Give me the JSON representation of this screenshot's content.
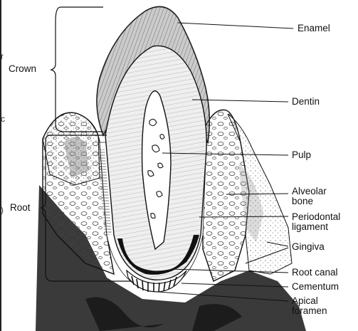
{
  "diagram": {
    "labels": {
      "enamel": "Enamel",
      "dentin": "Dentin",
      "pulp": "Pulp",
      "alveolar_bone": "Alveolar\nbone",
      "periodontal_ligament": "Periodontal\nligament",
      "gingiva": "Gingiva",
      "root_canal": "Root canal",
      "cementum": "Cementum",
      "apical_foramen": "Apical\nforamen",
      "crown": "Crown",
      "root": "Root"
    },
    "edge_fragments": [
      "r",
      "c",
      ")"
    ]
  },
  "colors": {
    "ink": "#111111",
    "paper": "#ffffff",
    "enamel": "#6f6f6f",
    "dentin": "#e9e9e9",
    "bone": "#c9c9c9",
    "gingiva": "#efefef",
    "ligament": "#ffffff",
    "dark_tissue": "#2d2d2d"
  }
}
